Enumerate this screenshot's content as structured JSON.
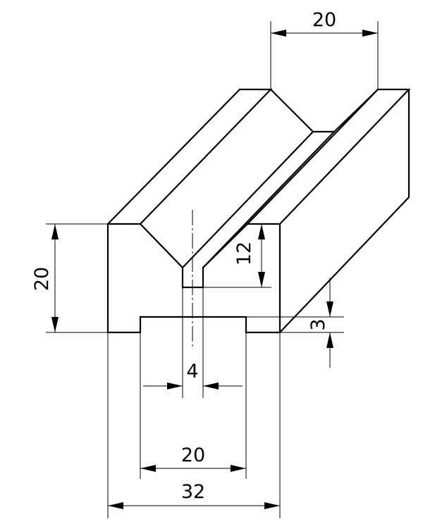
{
  "dimensions": {
    "top_width": "20",
    "left_height": "20",
    "groove_depth": "12",
    "slot_width": "4",
    "foot_height": "3",
    "base_notch_width": "20",
    "overall_width": "32"
  }
}
